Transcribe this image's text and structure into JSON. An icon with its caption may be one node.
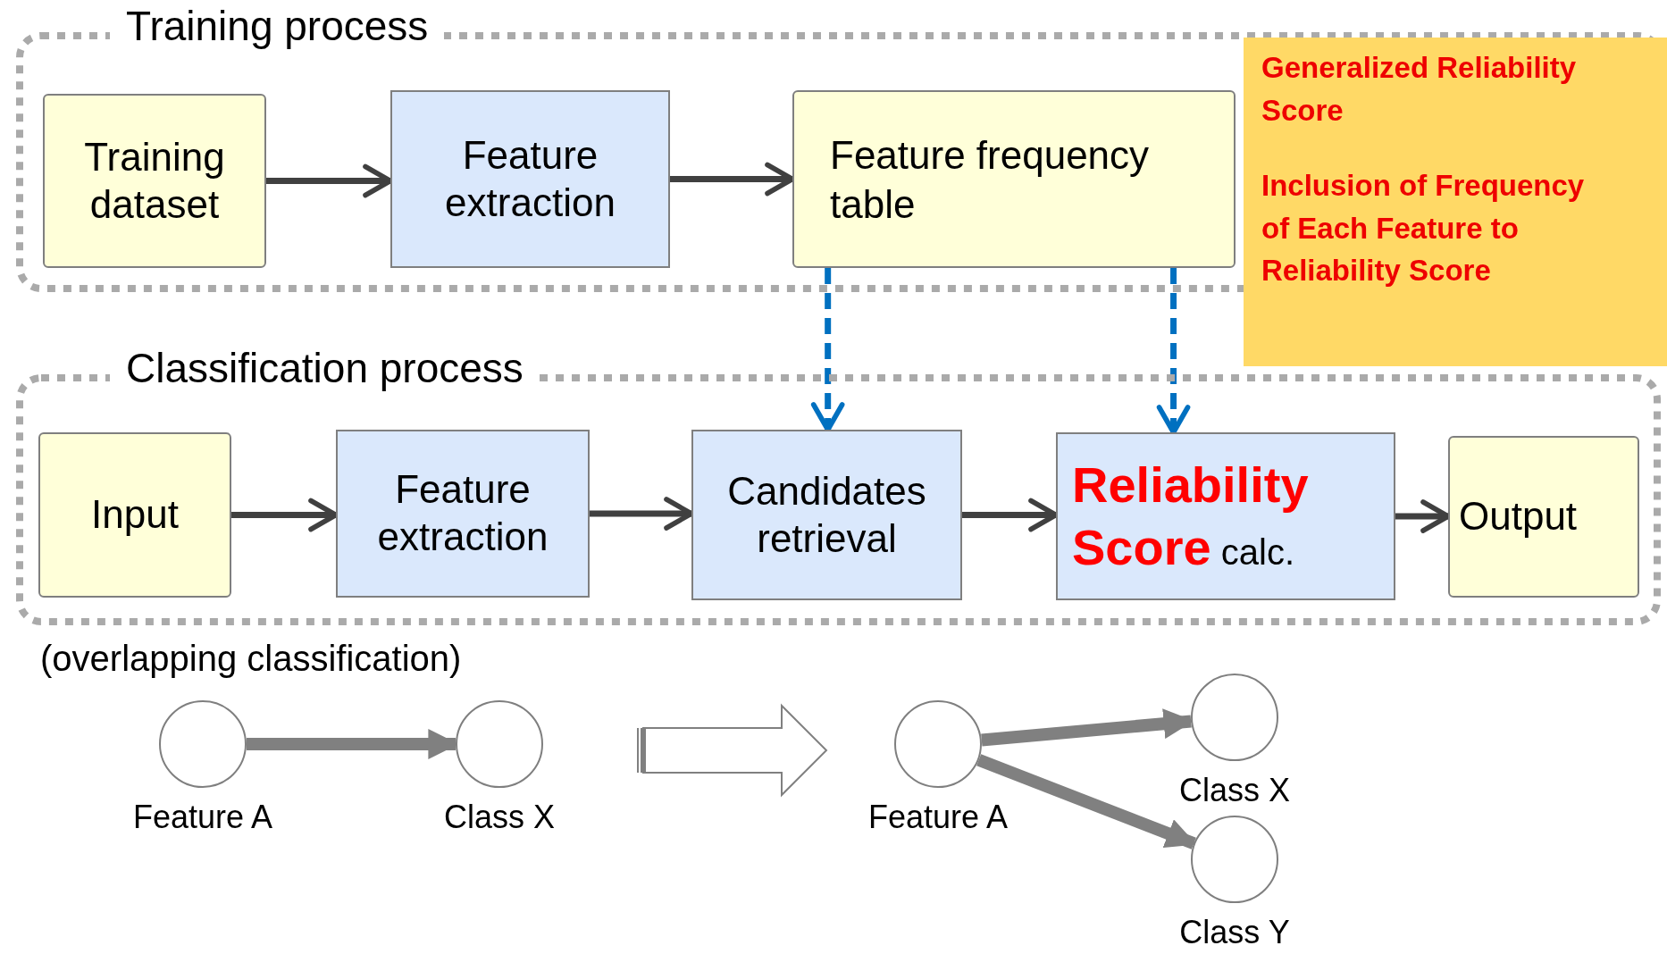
{
  "diagram": {
    "nodes": [
      {
        "text": [
          "Training process"
        ]
      },
      {
        "text": [
          "Training dataset"
        ],
        "in": 0
      },
      {
        "text": [
          "Feature extraction"
        ],
        "in": 0
      },
      {
        "text": [
          "Feature frequency table"
        ],
        "in": 0
      },
      {
        "text": [
          "Generalized Reliability Score",
          "Inclusion of Frequency of Each Feature to Reliability Score"
        ]
      },
      {
        "text": [
          "Classification process"
        ]
      },
      {
        "text": [
          "Input"
        ],
        "in": 5
      },
      {
        "text": [
          "Feature extraction"
        ],
        "in": 5
      },
      {
        "text": [
          "Candidates retrieval"
        ],
        "in": 5
      },
      {
        "text": [
          "**Reliability Score** calc."
        ],
        "in": 5
      },
      {
        "text": [
          "Output"
        ],
        "in": 5
      },
      {
        "text": [],
        "shape": "circle",
        "beside": [
          "Feature A"
        ]
      },
      {
        "text": [],
        "shape": "circle",
        "beside": [
          "Class X"
        ]
      },
      {
        "text": [],
        "shape": "circle",
        "beside": [
          "Feature A"
        ]
      },
      {
        "text": [],
        "shape": "circle",
        "beside": [
          "Class X"
        ]
      },
      {
        "text": [],
        "shape": "circle",
        "beside": [
          "Class Y"
        ]
      }
    ],
    "edges": [
      {
        "from": 1,
        "to": 2,
        "arrow": "to"
      },
      {
        "from": 2,
        "to": 3,
        "arrow": "to"
      },
      {
        "from": 3,
        "to": 8,
        "arrow": "to",
        "style": "dashed",
        "color": "#0070c0"
      },
      {
        "from": 3,
        "to": 9,
        "arrow": "to",
        "style": "dashed",
        "color": "#0070c0"
      },
      {
        "from": 6,
        "to": 7,
        "arrow": "to"
      },
      {
        "from": 7,
        "to": 8,
        "arrow": "to"
      },
      {
        "from": 8,
        "to": 9,
        "arrow": "to"
      },
      {
        "from": 9,
        "to": 10,
        "arrow": "to"
      },
      {
        "from": 11,
        "to": 12,
        "arrow": "to",
        "style": "thick",
        "color": "#808080"
      },
      {
        "from": 13,
        "to": 14,
        "arrow": "to",
        "style": "thick",
        "color": "#808080"
      },
      {
        "from": 13,
        "to": 15,
        "arrow": "to",
        "style": "thick",
        "color": "#808080"
      }
    ],
    "labels": [
      "(overlapping classification)"
    ]
  }
}
